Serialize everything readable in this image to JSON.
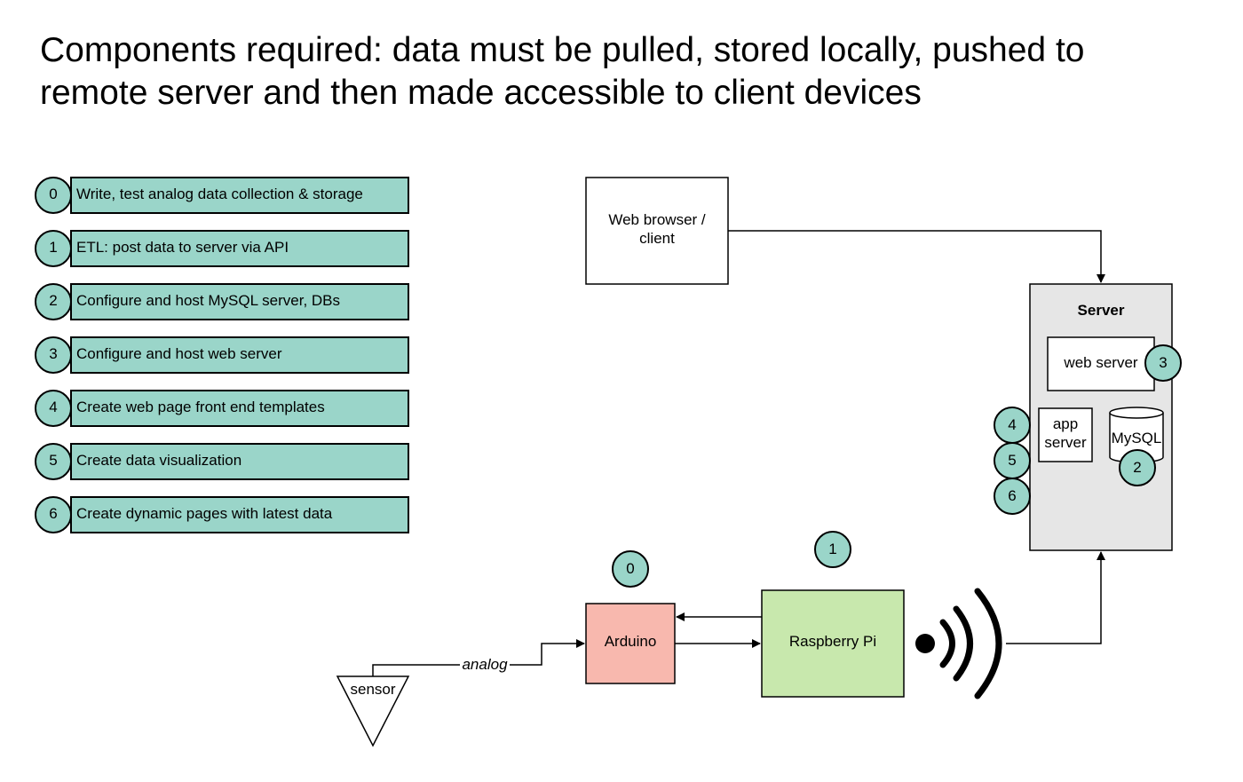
{
  "title": {
    "line1": "Components required: data must be pulled, stored locally, pushed to",
    "line2": "remote server and then made accessible to client devices"
  },
  "tasks": [
    {
      "number": "0",
      "label": "Write, test analog data collection & storage"
    },
    {
      "number": "1",
      "label": "ETL: post data to server via API"
    },
    {
      "number": "2",
      "label": "Configure and host MySQL server, DBs"
    },
    {
      "number": "3",
      "label": "Configure and host web server"
    },
    {
      "number": "4",
      "label": "Create web page front end templates"
    },
    {
      "number": "5",
      "label": "Create data visualization"
    },
    {
      "number": "6",
      "label": "Create dynamic pages with latest data"
    }
  ],
  "nodes": {
    "browser": {
      "line1": "Web browser /",
      "line2": "client"
    },
    "server": {
      "title": "Server"
    },
    "web_server": {
      "label": "web server",
      "badge": "3"
    },
    "app_server": {
      "line1": "app",
      "line2": "server"
    },
    "mysql": {
      "label": "MySQL",
      "badge": "2"
    },
    "server_badges": [
      "4",
      "5",
      "6"
    ],
    "arduino": {
      "label": "Arduino",
      "badge": "0"
    },
    "raspberry_pi": {
      "label": "Raspberry Pi",
      "badge": "1"
    },
    "sensor": {
      "label": "sensor"
    }
  },
  "edges": {
    "analog_label": "analog"
  },
  "icons": {
    "wireless": "wifi-signal-icon"
  },
  "colors": {
    "task_fill": "#9ad5c9",
    "server_fill": "#e6e6e6",
    "arduino_fill": "#f8b8ae",
    "raspberry_fill": "#c8e8ad",
    "stroke": "#000000"
  }
}
